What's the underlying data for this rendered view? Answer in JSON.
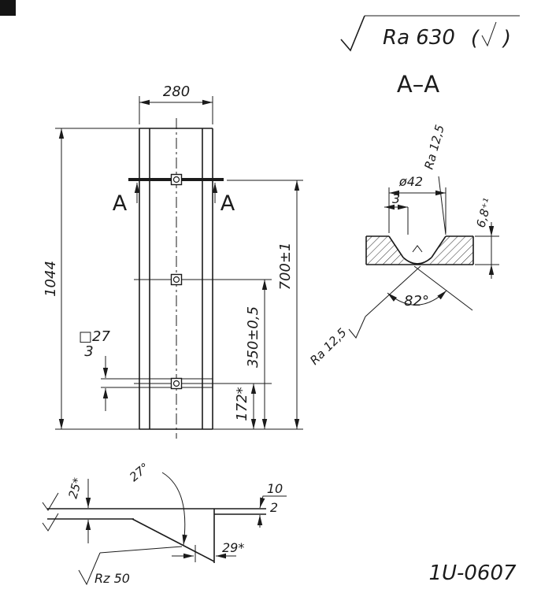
{
  "drawing": {
    "part_number": "1U-0607",
    "section_label": "A–A",
    "cut_arrow_label_left": "A",
    "cut_arrow_label_right": "A"
  },
  "surface_finish": {
    "general_value": "Ra 630",
    "paren_open": "(",
    "paren_close": ")",
    "section_top": "Ra 12,5",
    "section_cone": "Ra 12,5",
    "detail_edge": "Rz 50"
  },
  "front_view_dims": {
    "width": "280",
    "length": "1044",
    "hole_span": "700±1",
    "mid_span": "350±0,5",
    "bottom_span": "172*",
    "square_pocket": "□27",
    "pocket_depth": "3"
  },
  "section_view_dims": {
    "bore_dia": "ø42",
    "land": "3",
    "depth": "6,8⁺¹",
    "cone_angle": "82°"
  },
  "detail_view_dims": {
    "edge_width": "25*",
    "bevel_angle": "27°",
    "thickness": "10",
    "edge_thickness": "2",
    "bevel_run": "29*"
  }
}
